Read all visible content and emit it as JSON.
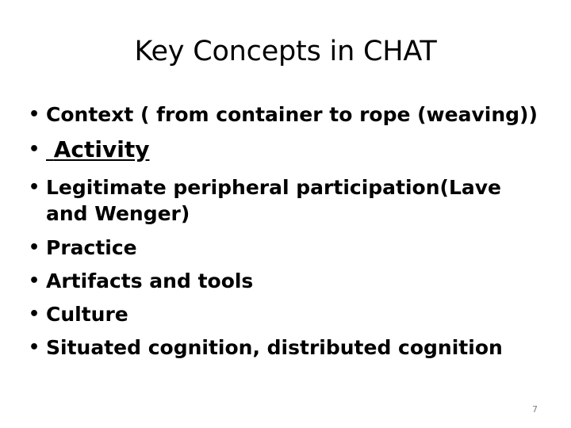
{
  "slide": {
    "title": "Key Concepts in CHAT",
    "background_color": "#ffffff",
    "text_color": "#000000",
    "page_number": "7",
    "page_number_color": "#808080",
    "bullet_glyph": "•",
    "bullets": [
      {
        "text": "Context ( from container to rope (weaving))",
        "style": "normal",
        "underline": false
      },
      {
        "text": " Activity",
        "style": "emphasis",
        "underline": true
      },
      {
        "text": "Legitimate peripheral participation(Lave and Wenger)",
        "style": "normal",
        "underline": false
      },
      {
        "text": "Practice",
        "style": "normal",
        "underline": false
      },
      {
        "text": "Artifacts and tools",
        "style": "normal",
        "underline": false
      },
      {
        "text": "Culture",
        "style": "normal",
        "underline": false
      },
      {
        "text": "Situated cognition, distributed cognition",
        "style": "normal",
        "underline": false
      }
    ]
  }
}
